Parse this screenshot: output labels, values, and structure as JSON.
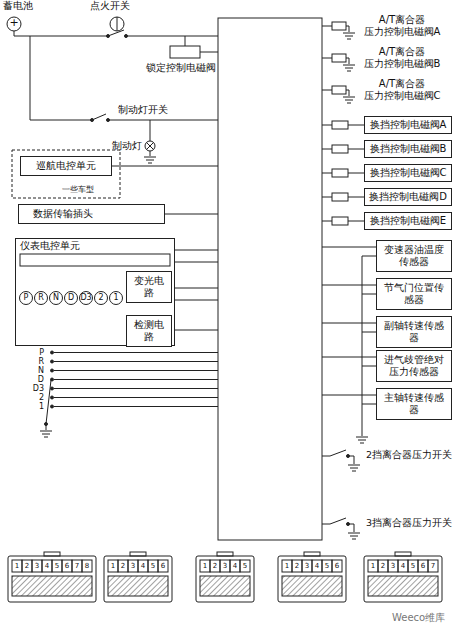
{
  "diagram": {
    "nodes": [
      {
        "text": [
          "巡航电控单元"
        ]
      },
      {
        "text": [
          "数据传输插头"
        ]
      },
      {
        "text": [
          "仪表电控单元"
        ]
      },
      {
        "text": [
          "P"
        ],
        "in": 2
      },
      {
        "text": [
          "R"
        ],
        "in": 2
      },
      {
        "text": [
          "N"
        ],
        "in": 2
      },
      {
        "text": [
          "D"
        ],
        "in": 2
      },
      {
        "text": [
          "D3"
        ],
        "in": 2
      },
      {
        "text": [
          "2"
        ],
        "in": 2
      },
      {
        "text": [
          "1"
        ],
        "in": 2
      },
      {
        "text": [
          "变光电路"
        ],
        "in": 2
      },
      {
        "text": [
          "检测电路"
        ],
        "in": 2
      },
      {
        "text": [
          "换挡控制电磁阀A"
        ]
      },
      {
        "text": [
          "换挡控制电磁阀B"
        ]
      },
      {
        "text": [
          "换挡控制电磁阀C"
        ]
      },
      {
        "text": [
          "换挡控制电磁阀D"
        ]
      },
      {
        "text": [
          "换挡控制电磁阀E"
        ]
      },
      {
        "text": [
          "变速器油温度传感器"
        ]
      },
      {
        "text": [
          "节气门位置传感器"
        ]
      },
      {
        "text": [
          "副轴转速传感器"
        ]
      },
      {
        "text": [
          "进气歧管绝对压力传感器"
        ]
      },
      {
        "text": [
          "主轴转速传感器"
        ]
      }
    ],
    "labels": [
      "蓄电池",
      "+",
      "点火开关",
      "锁定控制电磁阀",
      "制动灯开关",
      "制动灯",
      "一些车型",
      "A/T离合器 压力控制电磁阀A",
      "A/T离合器 压力控制电磁阀B",
      "A/T离合器 压力控制电磁阀C",
      "P",
      "R",
      "N",
      "D",
      "D3",
      "2",
      "1",
      "2挡离合器压力开关",
      "3挡离合器压力开关",
      "Weeco维库",
      "1",
      "2",
      "3",
      "4",
      "5",
      "6",
      "7",
      "8",
      "1",
      "2",
      "3",
      "4",
      "5",
      "6",
      "1",
      "2",
      "3",
      "4",
      "5",
      "1",
      "2",
      "3",
      "4",
      "5",
      "6",
      "1",
      "2",
      "3",
      "4",
      "5",
      "6",
      "7"
    ]
  }
}
